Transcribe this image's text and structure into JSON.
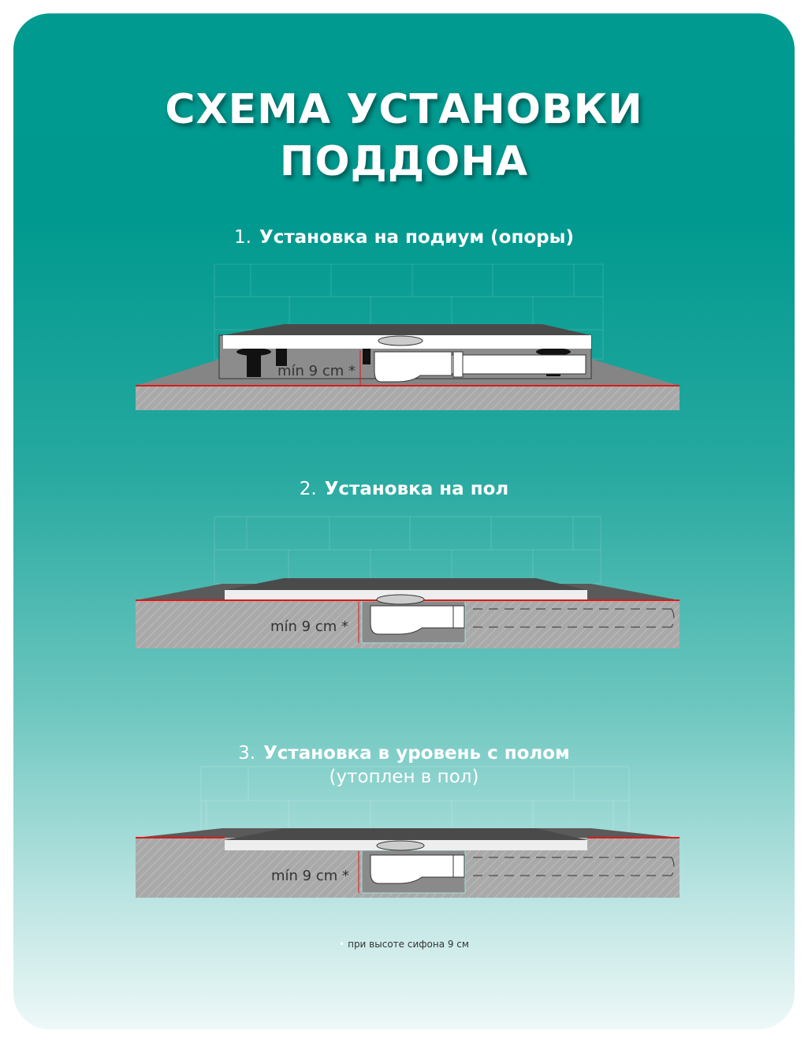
{
  "title": {
    "line1": "СХЕМА УСТАНОВКИ",
    "line2": "ПОДДОНА"
  },
  "sections": [
    {
      "number": "1.",
      "heading": "Установка на подиум (опоры)",
      "dimension_label": "mín 9 cm *"
    },
    {
      "number": "2.",
      "heading": "Установка на пол",
      "dimension_label": "mín 9 cm *"
    },
    {
      "number": "3.",
      "heading": "Установка в уровень с полом",
      "subheading": "(утоплен в пол)",
      "dimension_label": "mín 9 cm *"
    }
  ],
  "footnote": {
    "bullet": "•",
    "text": "при высоте сифона 9 см"
  },
  "colors": {
    "accent_top": "#009a90",
    "floor_line": "#e01818",
    "tray_top": "#4a4a4a",
    "slab": "#a9a9a9"
  }
}
